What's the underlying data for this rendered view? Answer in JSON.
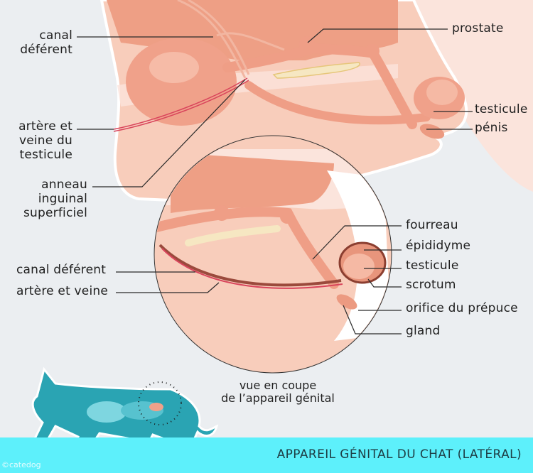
{
  "diagram": {
    "title": "APPAREIL GÉNITAL DU CHAT (LATÉRAL)",
    "copyright": "©catedog",
    "caption": "vue en coupe\nde l’appareil génital",
    "colors": {
      "background": "#ebeef1",
      "footer": "#5df0fb",
      "tissue_dark": "#ee9f85",
      "tissue_light": "#f8cdbb",
      "tissue_pale": "#fbe4dc",
      "organ": "#f0a18a",
      "vessel": "#d9455c",
      "bone": "#f6e7c2",
      "cat": "#2aa4b3",
      "label_line": "#2a2a2a"
    },
    "main_view": {
      "labels": [
        {
          "id": "canal-deferent",
          "text": "canal\ndéférent"
        },
        {
          "id": "artere-veine-testicule",
          "text": "artère et\nveine du\ntesticule"
        },
        {
          "id": "anneau-inguinal",
          "text": "anneau\ninguinal\nsuperficiel"
        },
        {
          "id": "prostate",
          "text": "prostate"
        },
        {
          "id": "testicule",
          "text": "testicule"
        },
        {
          "id": "penis",
          "text": "pénis"
        }
      ]
    },
    "section_view": {
      "labels": [
        {
          "id": "canal-deferent",
          "text": "canal déférent"
        },
        {
          "id": "artere-veine",
          "text": "artère et veine"
        },
        {
          "id": "fourreau",
          "text": "fourreau"
        },
        {
          "id": "epididyme",
          "text": "épididyme"
        },
        {
          "id": "testicule",
          "text": "testicule"
        },
        {
          "id": "scrotum",
          "text": "scrotum"
        },
        {
          "id": "orifice-prepuce",
          "text": "orifice du prépuce"
        },
        {
          "id": "gland",
          "text": "gland"
        }
      ]
    }
  }
}
